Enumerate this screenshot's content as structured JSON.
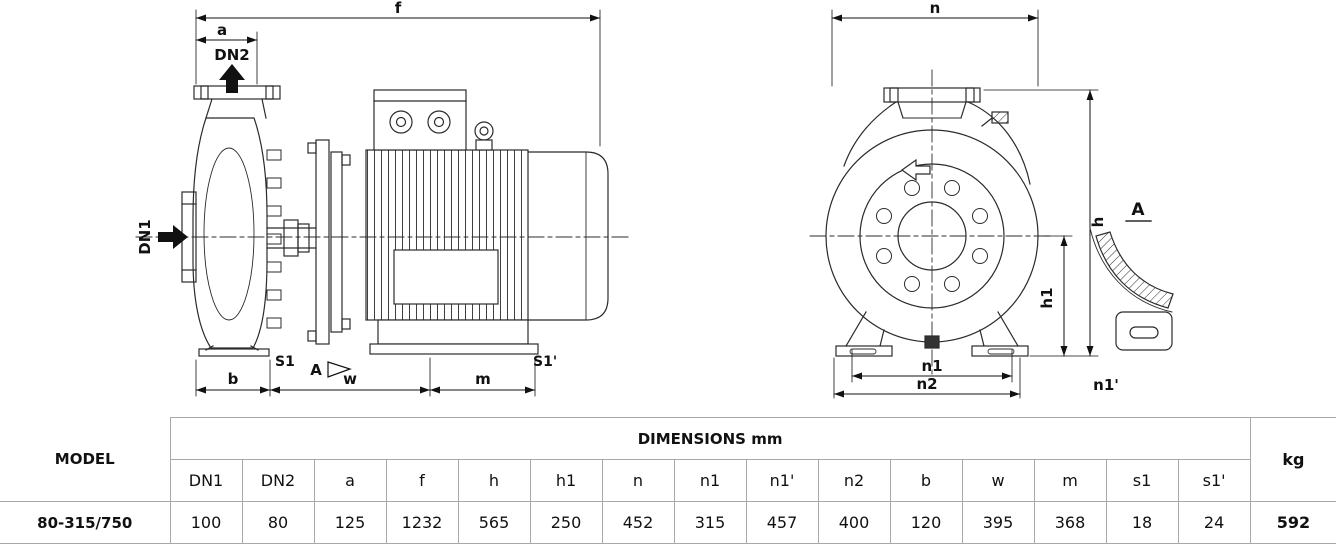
{
  "drawing": {
    "side_view": {
      "f": "f",
      "a": "a",
      "dn2": "DN2",
      "dn1": "DN1",
      "s1": "S1",
      "s1_prime": "S1'",
      "section_marker": "A",
      "b": "b",
      "w": "w",
      "m": "m"
    },
    "front_view": {
      "n": "n",
      "h": "h",
      "h1": "h1",
      "n1": "n1",
      "n2": "n2"
    },
    "detail_view": {
      "title": "A",
      "n1_prime": "n1'"
    }
  },
  "table": {
    "model_header": "MODEL",
    "dimensions_header": "DIMENSIONS mm",
    "weight_header": "kg",
    "columns": [
      "DN1",
      "DN2",
      "a",
      "f",
      "h",
      "h1",
      "n",
      "n1",
      "n1'",
      "n2",
      "b",
      "w",
      "m",
      "s1",
      "s1'"
    ],
    "rows": [
      {
        "model": "80-315/750",
        "values": [
          "100",
          "80",
          "125",
          "1232",
          "565",
          "250",
          "452",
          "315",
          "457",
          "400",
          "120",
          "395",
          "368",
          "18",
          "24"
        ],
        "weight": "592"
      }
    ]
  }
}
